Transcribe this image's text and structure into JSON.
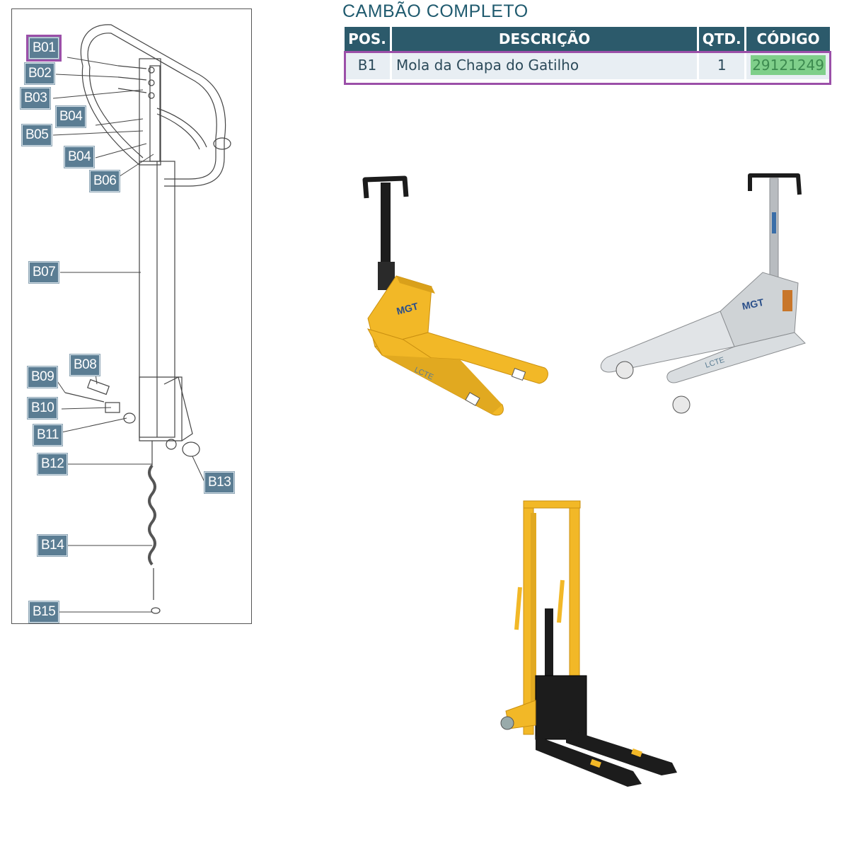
{
  "table": {
    "title": "CAMBÃO COMPLETO",
    "headers": {
      "pos": "POS.",
      "desc": "DESCRIÇÃO",
      "qty": "QTD.",
      "code": "CÓDIGO"
    },
    "rows": [
      {
        "pos": "B1",
        "desc": "Mola da Chapa do Gatilho",
        "qty": "1",
        "code": "29121249"
      }
    ]
  },
  "diagram": {
    "callouts": [
      "B01",
      "B02",
      "B03",
      "B04",
      "B05",
      "B04",
      "B06",
      "B07",
      "B08",
      "B09",
      "B10",
      "B11",
      "B12",
      "B13",
      "B14",
      "B15"
    ],
    "highlighted": "B01"
  },
  "products": {
    "brand_label": "MGT",
    "sub_label": "LCTE"
  },
  "colors": {
    "header_bg": "#2c5a6b",
    "highlight": "#9b4fa8",
    "callout_bg": "#5b7d93",
    "code_highlight": "#7fcf8a",
    "pallet_yellow": "#f2b827"
  }
}
